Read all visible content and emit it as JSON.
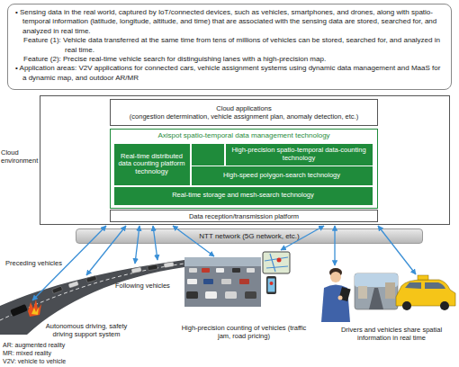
{
  "diagram": {
    "nodes": [
      {
        "text": [
          "• Sensing data in the real world, captured by IoT/connected devices, such as vehicles, smartphones, and drones, along with spatio-temporal information (latitude, longitude, altitude, and time) that are associated with the sensing data are stored, searched for, and analyzed in real time.",
          "Feature (1): Vehicle data transferred at the same time from tens of millions of vehicles can be stored, searched for, and analyzed in real time.",
          "Feature (2): Precise real-time vehicle search for distinguishing lanes with a high-precision map.",
          "• Application areas: V2V applications for connected cars, vehicle assignment systems using dynamic data management and MaaS for a dynamic map, and outdoor AR/MR"
        ]
      },
      {
        "text": [
          "Cloud environment"
        ]
      },
      {
        "text": [
          "Cloud applications",
          "(congestion determination, vehicle assignment plan, anomaly detection, etc.)"
        ],
        "in": 1
      },
      {
        "text": [
          "Axispot spatio-temporal data management technology"
        ],
        "in": 1
      },
      {
        "text": [
          "Real-time distributed data counting platform technology"
        ],
        "in": 3
      },
      {
        "text": [
          "High-precision spatio-temporal data-counting technology"
        ],
        "in": 3
      },
      {
        "text": [
          "High-speed polygon-search technology"
        ],
        "in": 3
      },
      {
        "text": [
          "Real-time storage and mesh-search technology"
        ],
        "in": 3
      },
      {
        "text": [
          "Data reception/transmission platform"
        ],
        "in": 1
      },
      {
        "text": [
          "NTT network (5G network, etc.)"
        ]
      }
    ],
    "labels": [
      "Preceding vehicles",
      "Following vehicles",
      "Autonomous driving, safety driving support system",
      "High-precision counting of vehicles (traffic jam, road pricing)",
      "Drivers and vehicles share spatial information in real time",
      "AR: augmented reality",
      "MR: mixed reality",
      "V2V: vehicle to vehicle"
    ]
  }
}
